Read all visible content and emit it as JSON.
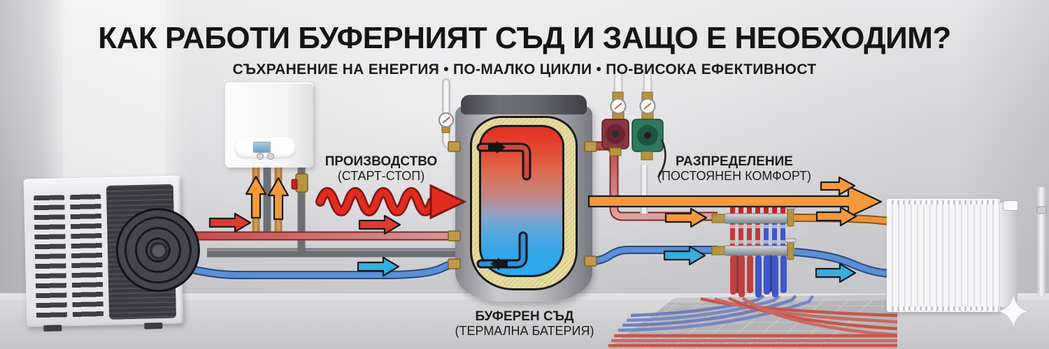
{
  "header": {
    "title": "КАК РАБОТИ БУФЕРНИЯТ СЪД И ЗАЩО Е НЕОБХОДИМ?",
    "subtitle": "СЪХРАНЕНИЕ НА ЕНЕРГИЯ • ПО-МАЛКО ЦИКЛИ • ПО-ВИСОКА ЕФЕКТИВНОСТ"
  },
  "labels": {
    "production": {
      "title": "ПРОИЗВОДСТВО",
      "subtitle": "(СТАРТ-СТОП)"
    },
    "distribution": {
      "title": "РАЗПРЕДЕЛЕНИЕ",
      "subtitle": "(ПОСТОЯНЕН КОМФОРТ)"
    },
    "buffer_tank": {
      "title": "БУФЕРЕН СЪД",
      "subtitle": "(ТЕРМАЛНА БАТЕРИЯ)"
    }
  },
  "colors": {
    "hot_red": "#e22b20",
    "cold_blue": "#35aede",
    "distribution_orange": "#f5993a",
    "pipe_red": "#c64848",
    "pipe_blue": "#5b8fd6",
    "insulation": "#e7dda2",
    "wall_gray": "#cfcfd3",
    "text": "#151515"
  },
  "components": [
    "heat-pump-outdoor-unit",
    "wall-mounted-boiler",
    "buffer-tank-cutaway",
    "circulation-pump-red",
    "circulation-pump-green",
    "pressure-gauges",
    "underfloor-heating-manifold",
    "underfloor-heating-coils",
    "panel-radiator"
  ]
}
